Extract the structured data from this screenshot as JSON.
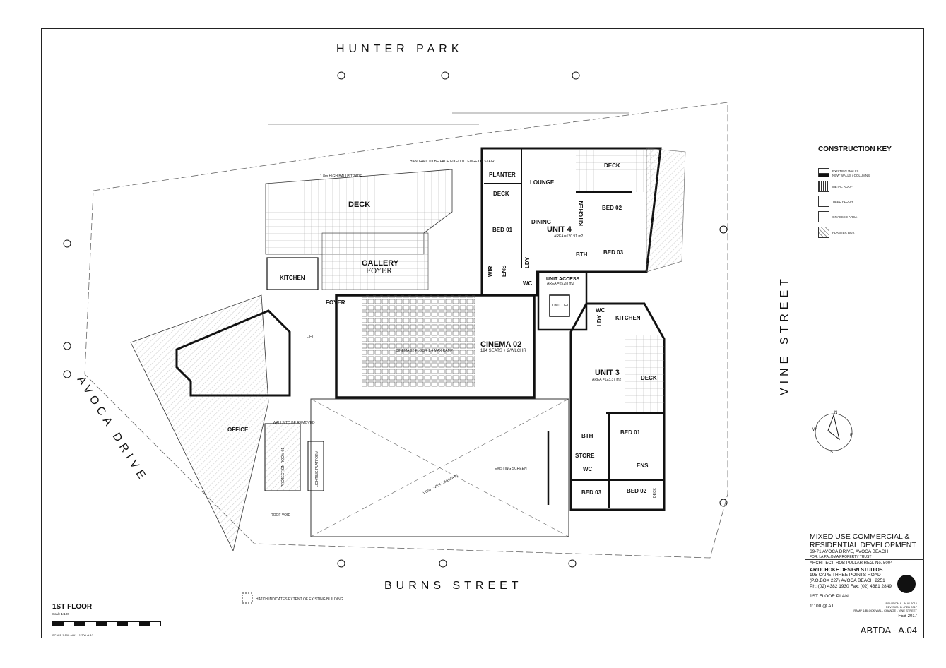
{
  "streets": {
    "north": "HUNTER PARK",
    "south": "BURNS STREET",
    "west": "AVOCA DRIVE",
    "east": "VINE STREET"
  },
  "rooms": {
    "deck_main": "DECK",
    "gallery": "GALLERY",
    "foyer_hand": "FOYER",
    "kitchen_west": "KITCHEN",
    "foyer": "FOYER",
    "lift": "LIFT",
    "cinema_name": "CINEMA 02",
    "cinema_seats": "194 SEATS + 2/WLCHR",
    "cinema_ramp": "CINEMA 02 FLOOR 1:4 MAX RAMP",
    "office": "OFFICE",
    "projection": "PROJECTION ROOM 01",
    "lighting": "LIGHTING PLATFORM",
    "planter": "PLANTER",
    "deck_u4a": "DECK",
    "lounge": "LOUNGE",
    "deck_u4b": "DECK",
    "bed01_u4": "BED 01",
    "dining": "DINING",
    "unit4": "UNIT 4",
    "unit4_area": "AREA =120.91 m2",
    "kitchen_u4": "KITCHEN",
    "bed02_u4": "BED 02",
    "bed03_u4": "BED 03",
    "bth_u4": "BTH",
    "wir": "WIR",
    "ens_u4": "ENS",
    "wc_u4": "WC",
    "ldy_u4": "LDY",
    "unit_access": "UNIT ACCESS",
    "unit_access_area": "AREA =25.28 m2",
    "unit_lift": "UNIT LIFT",
    "wc_u3a": "WC",
    "ldy_u3": "LDY",
    "kitchen_u3": "KITCHEN",
    "unit3": "UNIT 3",
    "unit3_area": "AREA =123.37 m2",
    "deck_u3": "DECK",
    "bth_u3": "BTH",
    "store": "STORE",
    "wc_u3b": "WC",
    "bed01_u3": "BED 01",
    "ens_u3": "ENS",
    "bed03_u3": "BED 03",
    "bed02_u3": "BED 02",
    "deck_u3b": "DECK",
    "existing_screen": "EXISTING SCREEN",
    "void": "VOID OVER CINEMA 01",
    "roof_void": "ROOF VOID",
    "handrail": "HANDRAIL TO BE FACE FIXED TO EDGE OF STAIR",
    "balustrade": "1.8m HIGH BALUSTRADE",
    "walls_removed": "WALLS TO BE REMOVED",
    "hatch_note": "HATCH INDICATES EXTENT OF EXISTING BUILDING"
  },
  "construction_key": {
    "title": "CONSTRUCTION KEY",
    "items": [
      "EXISTING WALLS",
      "NEW WALLS / COLUMNS",
      "METAL ROOF",
      "TILED FLOOR",
      "GRASSED AREA",
      "PLANTER BOX"
    ]
  },
  "title_block": {
    "project_line1": "MIXED USE COMMERCIAL &",
    "project_line2": "RESIDENTIAL DEVELOPMENT",
    "address": "69-71 AVOCA DRIVE, AVOCA BEACH",
    "client": "FOR: LA PALOMA PROPERTY TRUST",
    "architect": "ARCHITECT:   ROB PULLAR REG. No. 5004",
    "studio": "ARTICHOKE DESIGN STUDIOS",
    "studio_addr1": "195 CAPE THREE POINTS ROAD",
    "studio_addr2": "(P.O.BOX 227) AVOCA BEACH 2251",
    "studio_phone": "Ph: (02) 4382 1930 Fax: (02) 4381 2849",
    "drawing": "1ST FLOOR PLAN",
    "revision_a": "REVISION A - AUG 2016",
    "revision_b": "REVISION B - FEB 2017",
    "revision_note": "RAMP & BLOCK WALL CHANGE - VINE STREET",
    "scale": "1:100 @ A1",
    "date": "FEB 2017",
    "sheet": "ABTDA - A.04"
  },
  "floor": {
    "label": "1ST FLOOR",
    "scale": "Scale 1:100",
    "scale_note": "SCALE 1:100 at A1 / 1:200 at A3"
  },
  "compass": {
    "n": "N",
    "s": "S",
    "e": "E",
    "w": "W"
  }
}
